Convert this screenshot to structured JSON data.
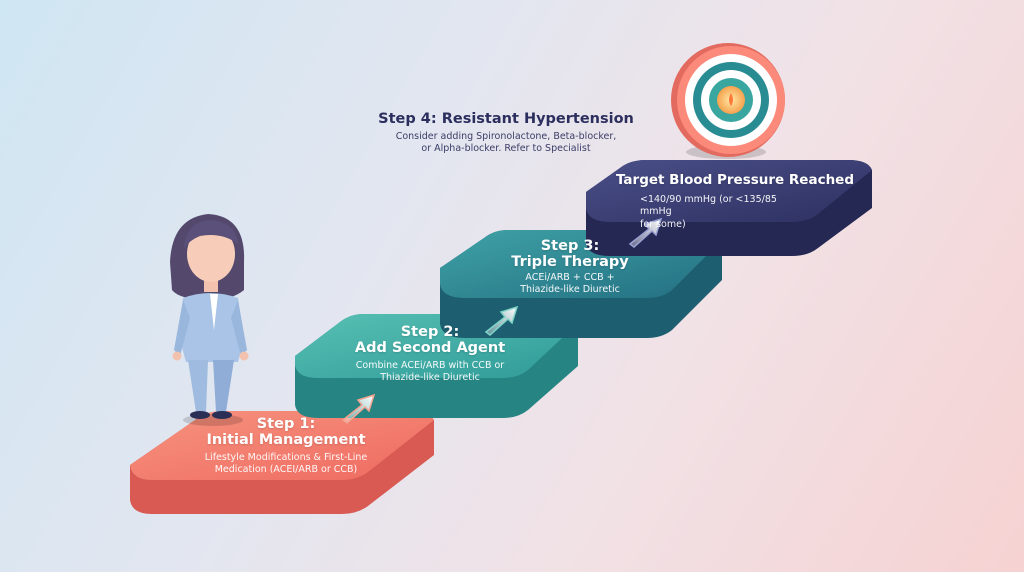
{
  "steps": [
    {
      "title_line1": "Step 1:",
      "title_line2": "Initial Management",
      "desc_line1": "Lifestyle Modifications & First-Line",
      "desc_line2": "Medication (ACEI/ARB or CCB)",
      "color": "#f07a6c"
    },
    {
      "title_line1": "Step 2:",
      "title_line2": "Add Second Agent",
      "desc_line1": "Combine ACEi/ARB with CCB or",
      "desc_line2": "Thiazide-like Diuretic",
      "color": "#3aa6a0"
    },
    {
      "title_line1": "Step 3:",
      "title_line2": "Triple Therapy",
      "desc_line1": "ACEi/ARB + CCB +",
      "desc_line2": "Thiazide-like Diuretic",
      "color": "#2b8592"
    }
  ],
  "target": {
    "title": "Target Blood Pressure Reached",
    "desc_line1": "<140/90 mmHg (or <135/85 mmHg",
    "desc_line2": "for some)",
    "color": "#3b3f70"
  },
  "step4": {
    "title": "Step 4: Resistant Hypertension",
    "desc_line1": "Consider adding Spironolactone, Beta-blocker,",
    "desc_line2": "or Alpha-blocker. Refer to Specialist"
  },
  "icons": {
    "person": "doctor-figure-icon",
    "target": "bullseye-target-icon",
    "arrows": "up-right-arrow-icon"
  }
}
